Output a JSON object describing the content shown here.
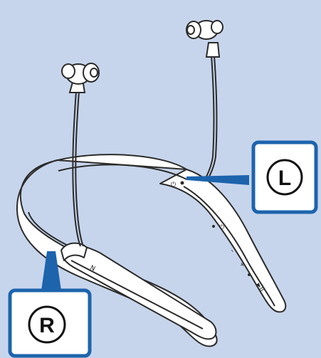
{
  "callouts": {
    "left": {
      "letter": "L"
    },
    "right": {
      "letter": "R"
    }
  },
  "control_glyphs": {
    "power": "⏻",
    "volume_minus": "–",
    "volume_plus": "+",
    "play_pause": "►II",
    "nfc": "N"
  },
  "colors": {
    "background": "#c7d5ec",
    "device_fill": "#ffffff",
    "device_stroke": "#2b2b2b",
    "callout_blue": "#1d64ad"
  }
}
